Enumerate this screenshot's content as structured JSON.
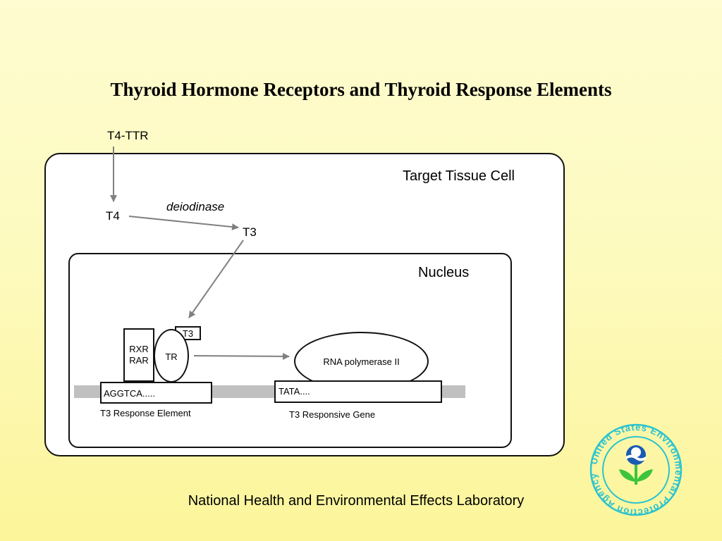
{
  "title": "Thyroid  Hormone Receptors and Thyroid Response Elements",
  "footer": "National Health and Environmental Effects Laboratory",
  "diagram": {
    "t4_ttr": "T4-TTR",
    "t4": "T4",
    "t3_cytoplasm": "T3",
    "deiodinase": "deiodinase",
    "target_tissue_cell": "Target Tissue Cell",
    "nucleus": "Nucleus",
    "rxr": "RXR",
    "rar": "RAR",
    "tr": "TR",
    "t3_bound": "T3",
    "rna_polymerase": "RNA polymerase II",
    "aggtca": "AGGTCA.....",
    "tata": "TATA....",
    "response_element": "T3 Response Element",
    "responsive_gene": "T3 Responsive Gene"
  },
  "logo": {
    "ring_text": "United States Environmental Protection Agency",
    "color": "#2bc4cf"
  },
  "colors": {
    "arrow": "#808080",
    "dna_bar": "#c0c0c0",
    "logo_blue": "#1a5cb0",
    "logo_green": "#3cc43c"
  }
}
